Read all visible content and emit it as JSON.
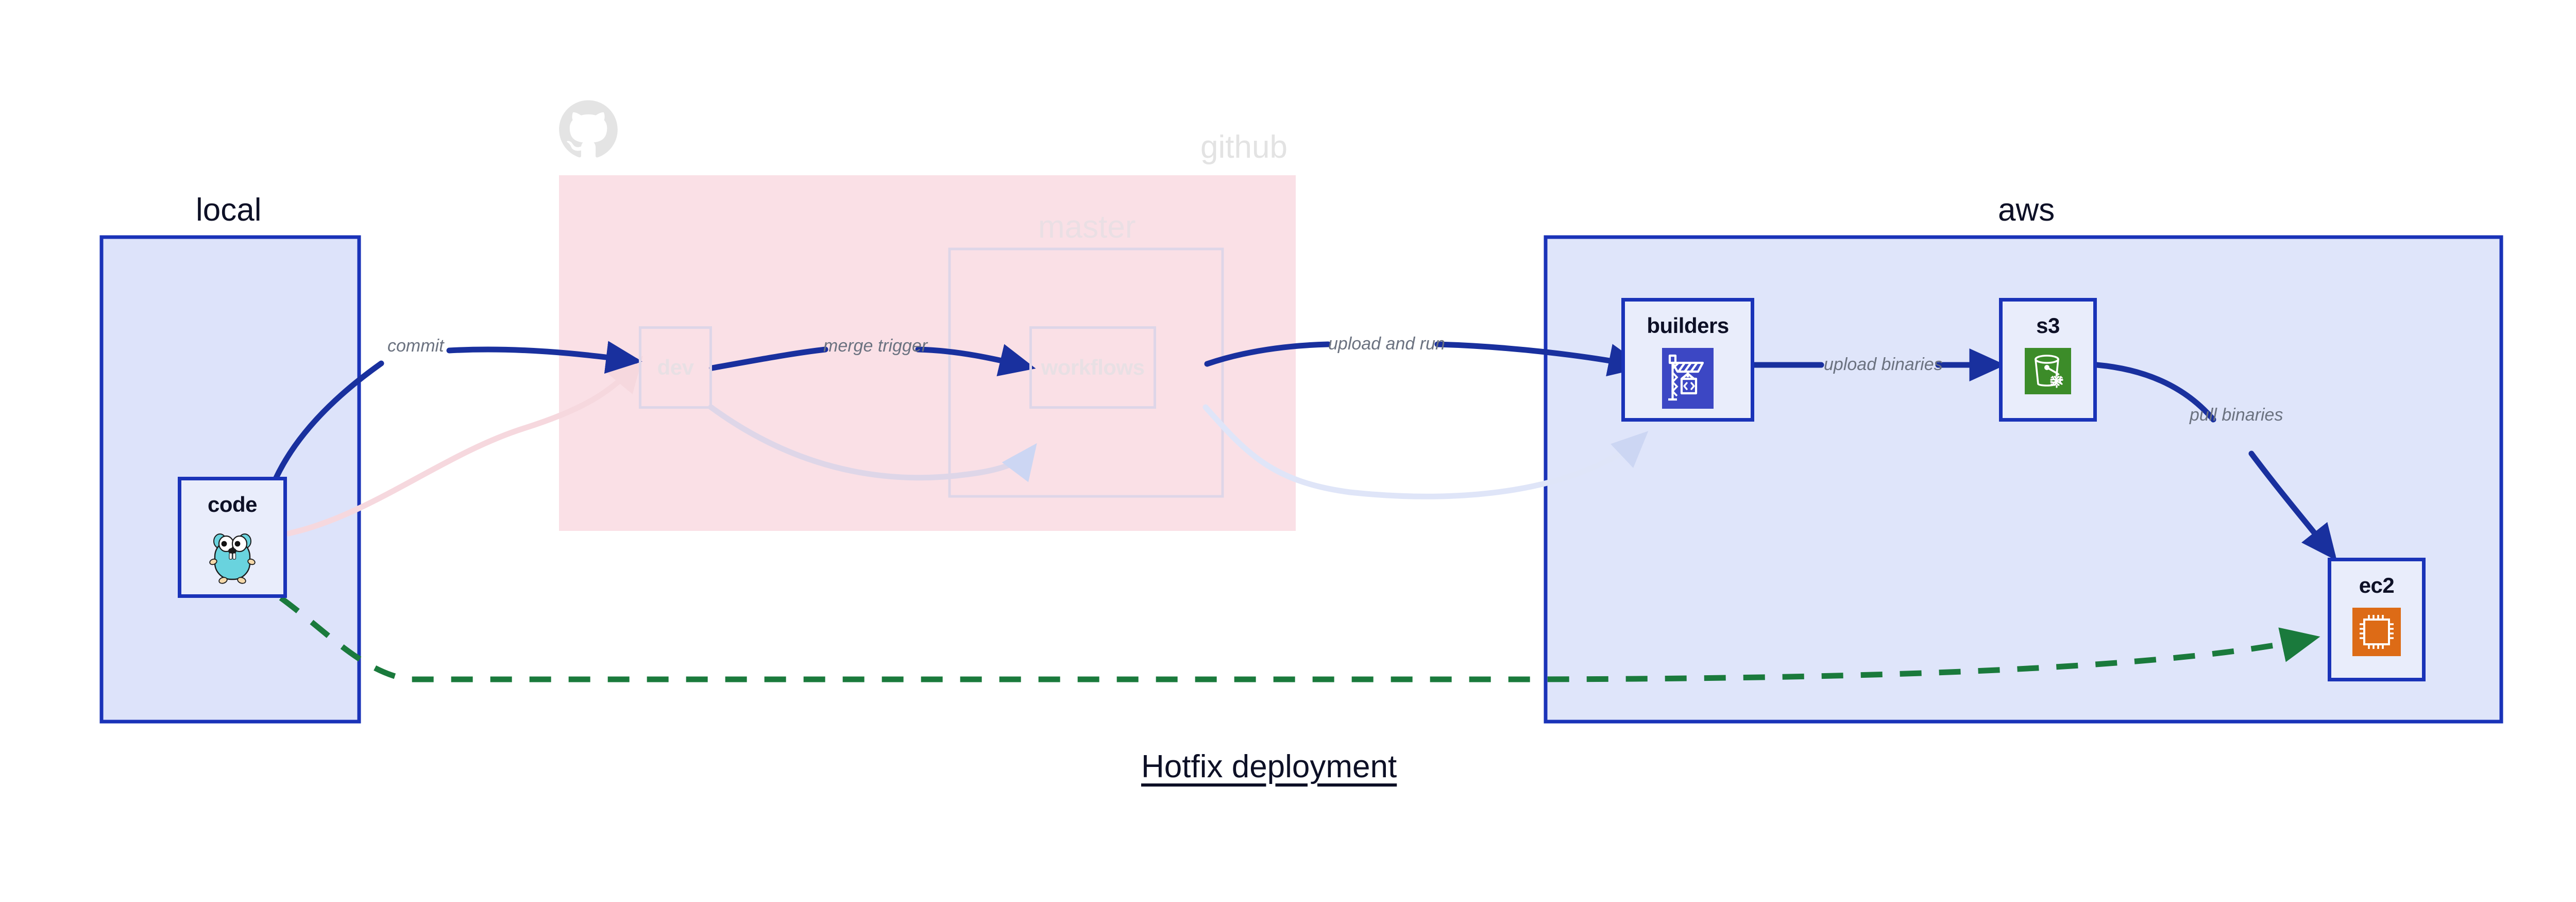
{
  "diagram": {
    "title": "Hotfix deployment",
    "colors": {
      "node_border": "#1a33b8",
      "node_fill": "#e9edfb",
      "group_local_fill": "#dde3fa",
      "group_aws_fill": "#dfe5fa",
      "group_github_fill": "#fae0e6",
      "edge_active": "#19309e",
      "edge_dashed": "#1a7a3c",
      "edge_ghost_blue": "#c9d3f2",
      "edge_ghost_pink": "#f6d8de",
      "label_text": "#6b7280",
      "dim_text": "#e3e3e3",
      "builders_icon_bg": "#3c47c4",
      "s3_icon_bg": "#3c8c29",
      "ec2_icon_bg": "#dd6b16",
      "gopher_body": "#69d3de"
    },
    "groups": [
      {
        "id": "local",
        "label": "local",
        "dim": false
      },
      {
        "id": "github",
        "label": "github",
        "dim": true
      },
      {
        "id": "master",
        "label": "master",
        "dim": true
      },
      {
        "id": "aws",
        "label": "aws",
        "dim": false
      }
    ],
    "nodes": [
      {
        "id": "code",
        "label": "code",
        "icon": "go-gopher-icon",
        "dim": false
      },
      {
        "id": "dev",
        "label": "dev",
        "icon": "none",
        "dim": true
      },
      {
        "id": "workflows",
        "label": "workflows",
        "icon": "none",
        "dim": true
      },
      {
        "id": "builders",
        "label": "builders",
        "icon": "aws-codebuild-icon",
        "dim": false
      },
      {
        "id": "s3",
        "label": "s3",
        "icon": "aws-s3-glacier-icon",
        "dim": false
      },
      {
        "id": "ec2",
        "label": "ec2",
        "icon": "aws-ec2-chip-icon",
        "dim": false
      }
    ],
    "edges": [
      {
        "id": "commit",
        "label": "commit",
        "from": "code",
        "to": "dev",
        "style": "solid",
        "state": "active"
      },
      {
        "id": "merge-trigger",
        "label": "merge trigger",
        "from": "dev",
        "to": "workflows",
        "style": "solid",
        "state": "active"
      },
      {
        "id": "upload-and-run",
        "label": "upload and run",
        "from": "workflows",
        "to": "builders",
        "style": "solid",
        "state": "active"
      },
      {
        "id": "upload-binaries",
        "label": "upload binaries",
        "from": "builders",
        "to": "s3",
        "style": "solid",
        "state": "active"
      },
      {
        "id": "pull-binaries",
        "label": "pull binaries",
        "from": "s3",
        "to": "ec2",
        "style": "solid",
        "state": "active"
      },
      {
        "id": "hotfix-direct",
        "label": "",
        "from": "code",
        "to": "ec2",
        "style": "dashed",
        "state": "active"
      },
      {
        "id": "ghost-code-dev",
        "label": "",
        "from": "code",
        "to": "dev",
        "style": "solid",
        "state": "ghost"
      },
      {
        "id": "ghost-dev-workflows",
        "label": "",
        "from": "dev",
        "to": "workflows",
        "style": "solid",
        "state": "ghost"
      },
      {
        "id": "ghost-workflows-builders",
        "label": "",
        "from": "workflows",
        "to": "builders",
        "style": "solid",
        "state": "ghost"
      }
    ],
    "branding": {
      "github_logo": "github-octocat-icon"
    }
  }
}
